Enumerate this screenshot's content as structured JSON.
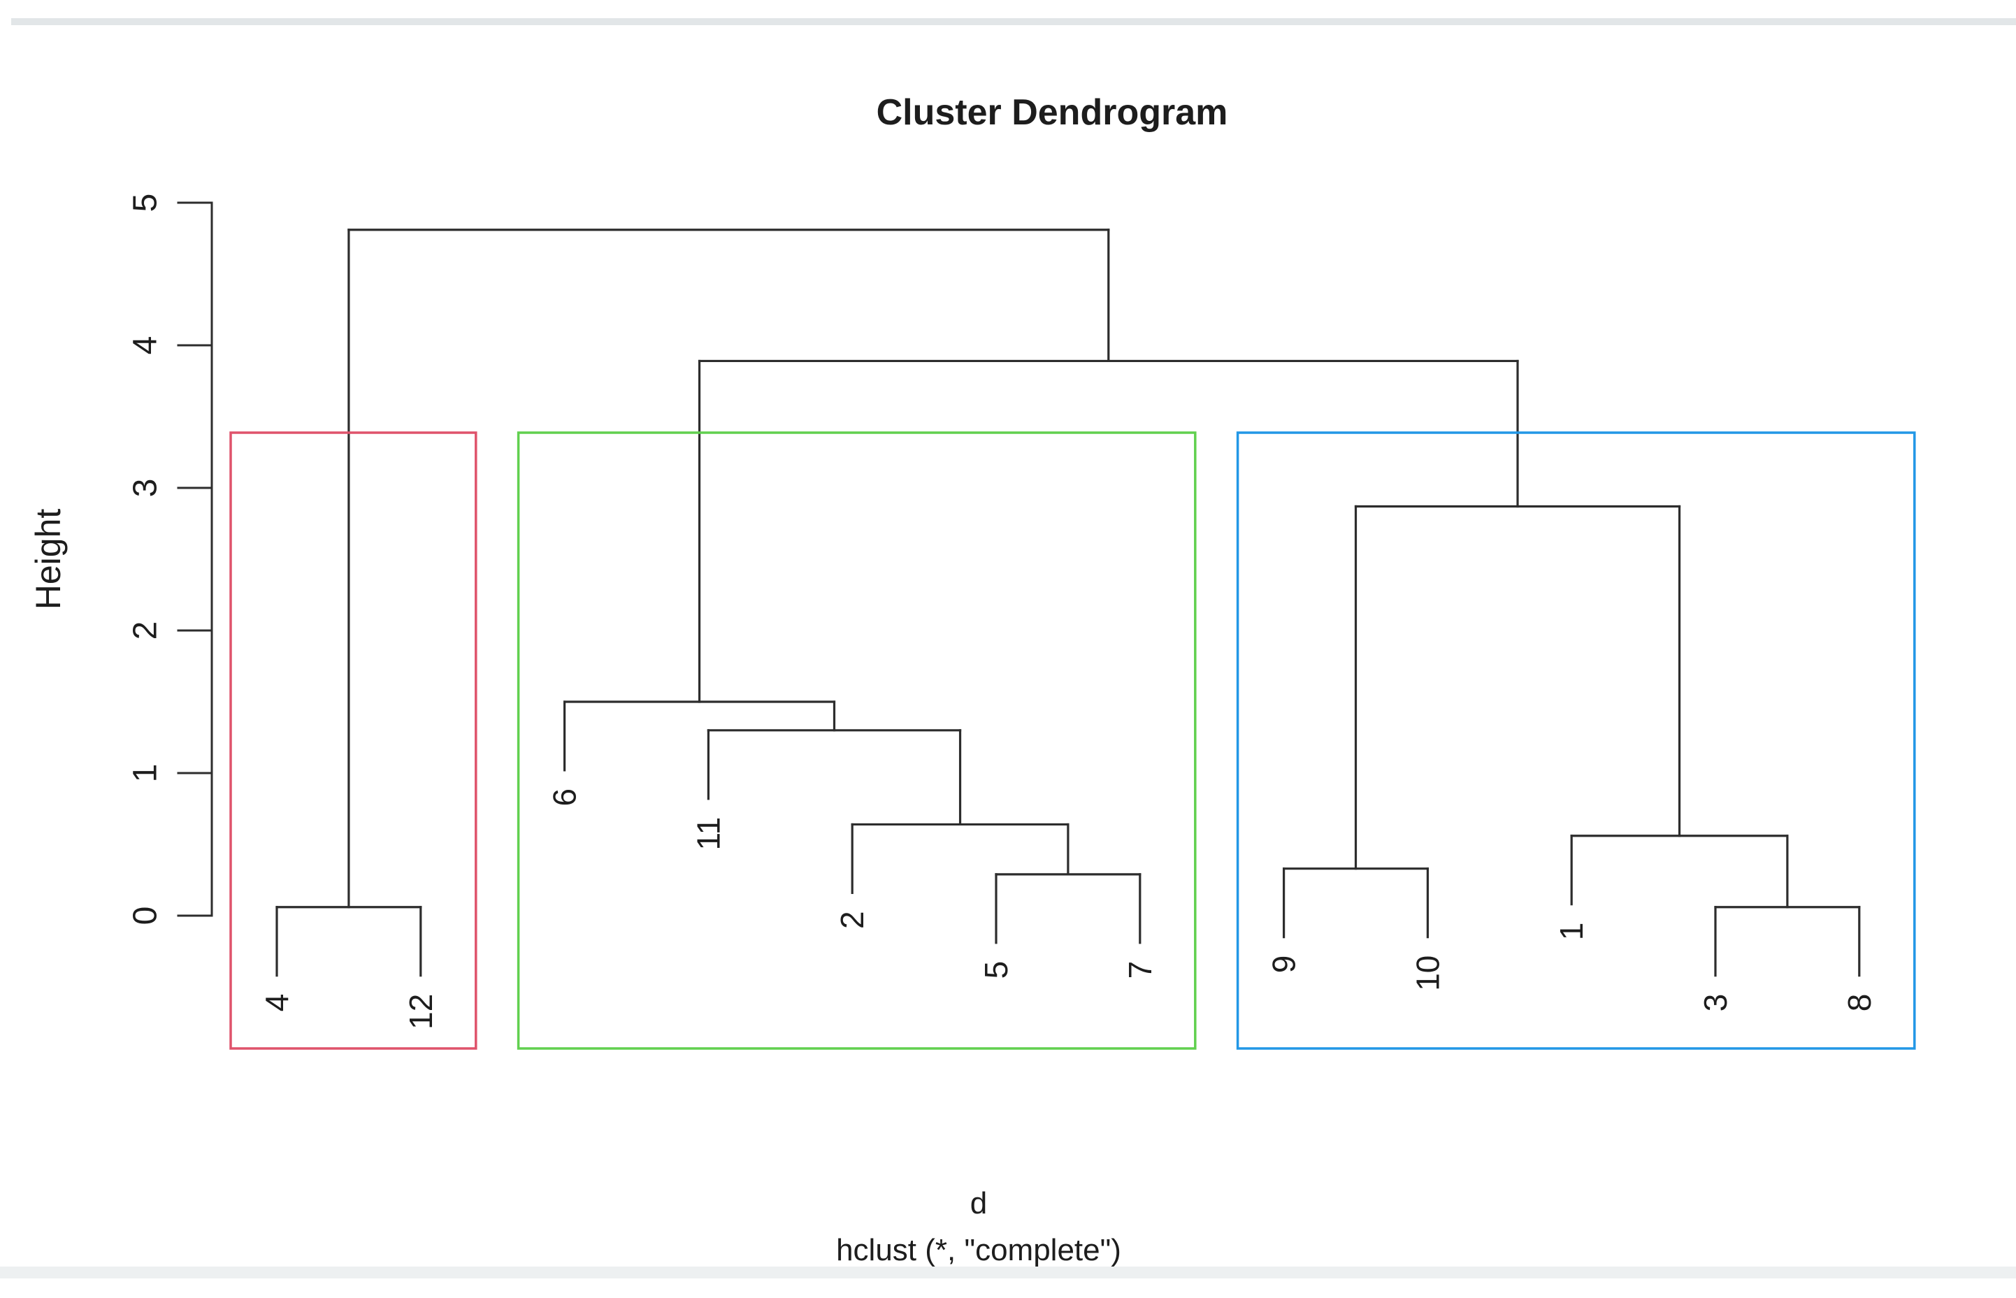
{
  "page": {
    "background": "#ffffff",
    "top_strip_color": "#e2e6e8",
    "bottom_strip_color": "#edf0f1"
  },
  "chart_data": {
    "type": "dendrogram",
    "title": "Cluster Dendrogram",
    "ylabel": "Height",
    "xlabel": "d",
    "sub_xlabel": "hclust (*, \"complete\")",
    "axis": {
      "ticks": [
        0,
        1,
        2,
        3,
        4,
        5
      ],
      "range": [
        0,
        5
      ],
      "grid": false
    },
    "line_color": "#2d2d2d",
    "leaf_order": [
      "4",
      "12",
      "6",
      "11",
      "2",
      "5",
      "7",
      "9",
      "10",
      "1",
      "3",
      "8"
    ],
    "leaf_hang": 0.48,
    "merges": [
      {
        "id": "m1",
        "left": "4",
        "right": "12",
        "height": 0.06
      },
      {
        "id": "m2",
        "left": "3",
        "right": "8",
        "height": 0.06
      },
      {
        "id": "m3",
        "left": "5",
        "right": "7",
        "height": 0.29
      },
      {
        "id": "m4",
        "left": "9",
        "right": "10",
        "height": 0.33
      },
      {
        "id": "m5",
        "left": "1",
        "right": "m2",
        "height": 0.56
      },
      {
        "id": "m6",
        "left": "2",
        "right": "m3",
        "height": 0.64
      },
      {
        "id": "m7",
        "left": "11",
        "right": "m6",
        "height": 1.3
      },
      {
        "id": "m8",
        "left": "6",
        "right": "m7",
        "height": 1.5
      },
      {
        "id": "m9",
        "left": "m4",
        "right": "m5",
        "height": 2.87
      },
      {
        "id": "m10",
        "left": "m8",
        "right": "m9",
        "height": 3.89
      },
      {
        "id": "m11",
        "left": "m1",
        "right": "m10",
        "height": 4.81
      }
    ],
    "clusters": [
      {
        "name": "cluster-red",
        "color": "#DF536B",
        "first_leaf": "4",
        "last_leaf": "12"
      },
      {
        "name": "cluster-green",
        "color": "#61D04F",
        "first_leaf": "6",
        "last_leaf": "7"
      },
      {
        "name": "cluster-blue",
        "color": "#2297E6",
        "first_leaf": "9",
        "last_leaf": "8"
      }
    ]
  }
}
